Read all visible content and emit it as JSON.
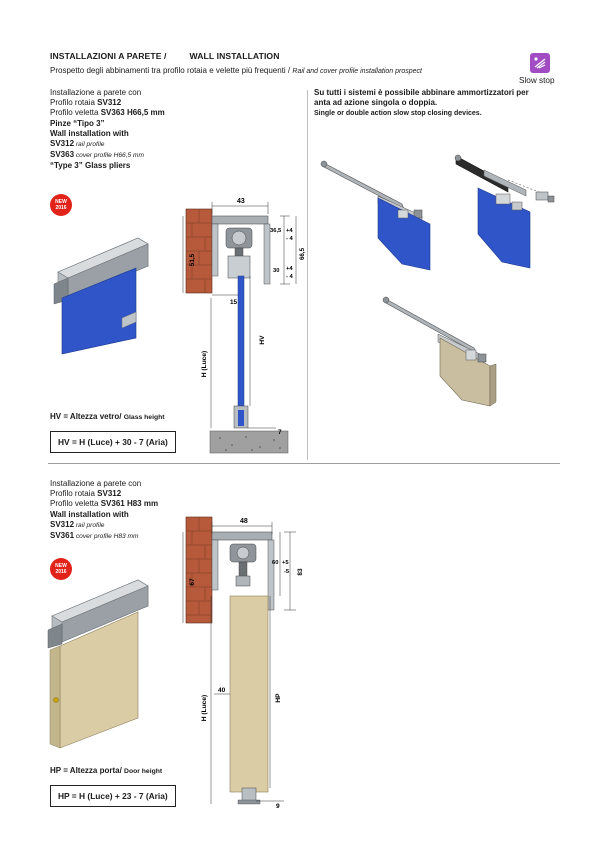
{
  "header": {
    "title_it": "INSTALLAZIONI A PARETE /",
    "title_en": "WALL INSTALLATION",
    "subtitle_it": "Prospetto degli abbinamenti tra profilo rotaia e velette più frequenti /",
    "subtitle_en": "Rail and cover profile installation prospect",
    "badge_label": "Slow stop"
  },
  "section1": {
    "l1": "Installazione a parete con",
    "l2a": "Profilo rotaia ",
    "l2b": "SV312",
    "l3a": "Profilo veletta ",
    "l3b": "SV363 H66,5 mm",
    "l4": "Pinze “Tipo 3”",
    "l5": "Wall installation with",
    "l6a": "SV312",
    "l6b": " rail profile",
    "l7a": "SV363",
    "l7b": " cover profile H66,5 mm",
    "l8": "“Type 3” Glass pliers",
    "new_badge": [
      "NEW",
      "2016"
    ],
    "dims": {
      "d43": "43",
      "d365": "36,5",
      "p4a": "+4",
      "m4a": "- 4",
      "d665": "66,5",
      "d30": "30",
      "p4b": "+4",
      "m4b": "- 4",
      "d515": "51,5",
      "d15": "15",
      "hv": "HV",
      "hluce": "H (Luce)",
      "d7": "7"
    },
    "note_a": "HV  =  Altezza vetro/ ",
    "note_b": "Glass height",
    "formula": "HV = H (Luce) + 30  - 7 (Aria)"
  },
  "right": {
    "l1": "Su tutti i sistemi è possibile abbinare ammortizzatori per",
    "l2": "anta ad azione singola o doppia.",
    "l3": "Single or double action slow stop closing devices."
  },
  "section2": {
    "l1": "Installazione a parete con",
    "l2a": "Profilo rotaia ",
    "l2b": "SV312",
    "l3a": "Profilo veletta ",
    "l3b": "SV361 H83 mm",
    "l4": "Wall installation with",
    "l5a": "SV312",
    "l5b": " rail profile",
    "l6a": "SV361",
    "l6b": " cover profile H83 mm",
    "new_badge": [
      "NEW",
      "2016"
    ],
    "dims": {
      "d48": "48",
      "d60": "60",
      "p5": "+5",
      "m5": "-5",
      "d83": "83",
      "d67": "67",
      "d40": "40",
      "hp": "HP",
      "hluce": "H (Luce)",
      "d9": "9"
    },
    "note_a": "HP  = Altezza porta/ ",
    "note_b": "Door height",
    "formula": "HP = H (Luce) + 23 - 7 (Aria)"
  },
  "colors": {
    "glass_blue": "#2f55c8",
    "wood": "#dacca4",
    "brick": "#b65a3b",
    "rail_grey": "#a9aeb3",
    "new_red": "#e2231a",
    "slowstop_purple": "#a24cc4"
  }
}
